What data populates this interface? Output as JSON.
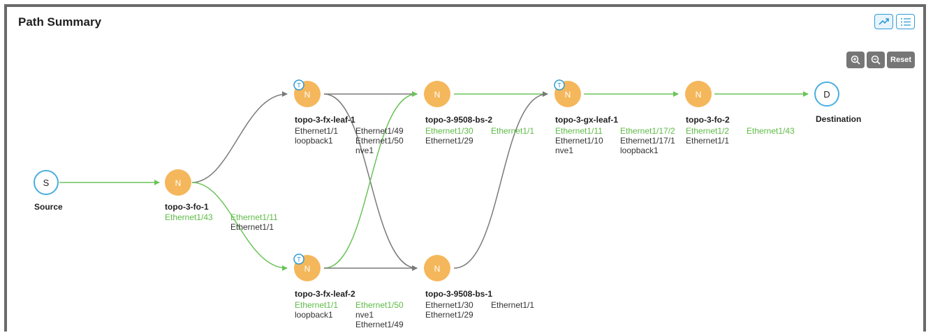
{
  "panel": {
    "title": "Path Summary",
    "zoom_reset_label": "Reset"
  },
  "colors": {
    "node_fill": "#f5b75b",
    "endpoint_border": "#4aaee0",
    "green_link": "#6bc45a",
    "gray_link": "#7a7a7a",
    "green_text": "#5dbb46"
  },
  "nodes": {
    "source": {
      "letter": "S",
      "name": "Source"
    },
    "fo1": {
      "letter": "N",
      "name": "topo-3-fo-1",
      "ifaces_left": [
        "Ethernet1/43"
      ],
      "ifaces_left_green": [
        true
      ],
      "ifaces_right": [
        "Ethernet1/11",
        "Ethernet1/1"
      ],
      "ifaces_right_green": [
        true,
        false
      ]
    },
    "fxleaf1": {
      "letter": "N",
      "badge": "T",
      "name": "topo-3-fx-leaf-1",
      "ifaces_left": [
        "Ethernet1/1",
        "loopback1"
      ],
      "ifaces_right": [
        "Ethernet1/49",
        "Ethernet1/50",
        "nve1"
      ]
    },
    "fxleaf2": {
      "letter": "N",
      "badge": "T",
      "name": "topo-3-fx-leaf-2",
      "ifaces_left": [
        "Ethernet1/1",
        "loopback1"
      ],
      "ifaces_right": [
        "Ethernet1/50",
        "nve1",
        "Ethernet1/49"
      ]
    },
    "bs2": {
      "letter": "N",
      "name": "topo-3-9508-bs-2",
      "ifaces_left": [
        "Ethernet1/30",
        "Ethernet1/29"
      ],
      "ifaces_right": [
        "Ethernet1/1"
      ]
    },
    "bs1": {
      "letter": "N",
      "name": "topo-3-9508-bs-1",
      "ifaces_left": [
        "Ethernet1/30",
        "Ethernet1/29"
      ],
      "ifaces_right": [
        "Ethernet1/1"
      ]
    },
    "gxleaf1": {
      "letter": "N",
      "badge": "T",
      "name": "topo-3-gx-leaf-1",
      "ifaces_left": [
        "Ethernet1/11",
        "Ethernet1/10",
        "nve1"
      ],
      "ifaces_right": [
        "Ethernet1/17/2",
        "Ethernet1/17/1",
        "loopback1"
      ]
    },
    "fo2": {
      "letter": "N",
      "name": "topo-3-fo-2",
      "ifaces_left": [
        "Ethernet1/2",
        "Ethernet1/1"
      ],
      "ifaces_right": [
        "Ethernet1/43"
      ]
    },
    "destination": {
      "letter": "D",
      "name": "Destination"
    }
  }
}
